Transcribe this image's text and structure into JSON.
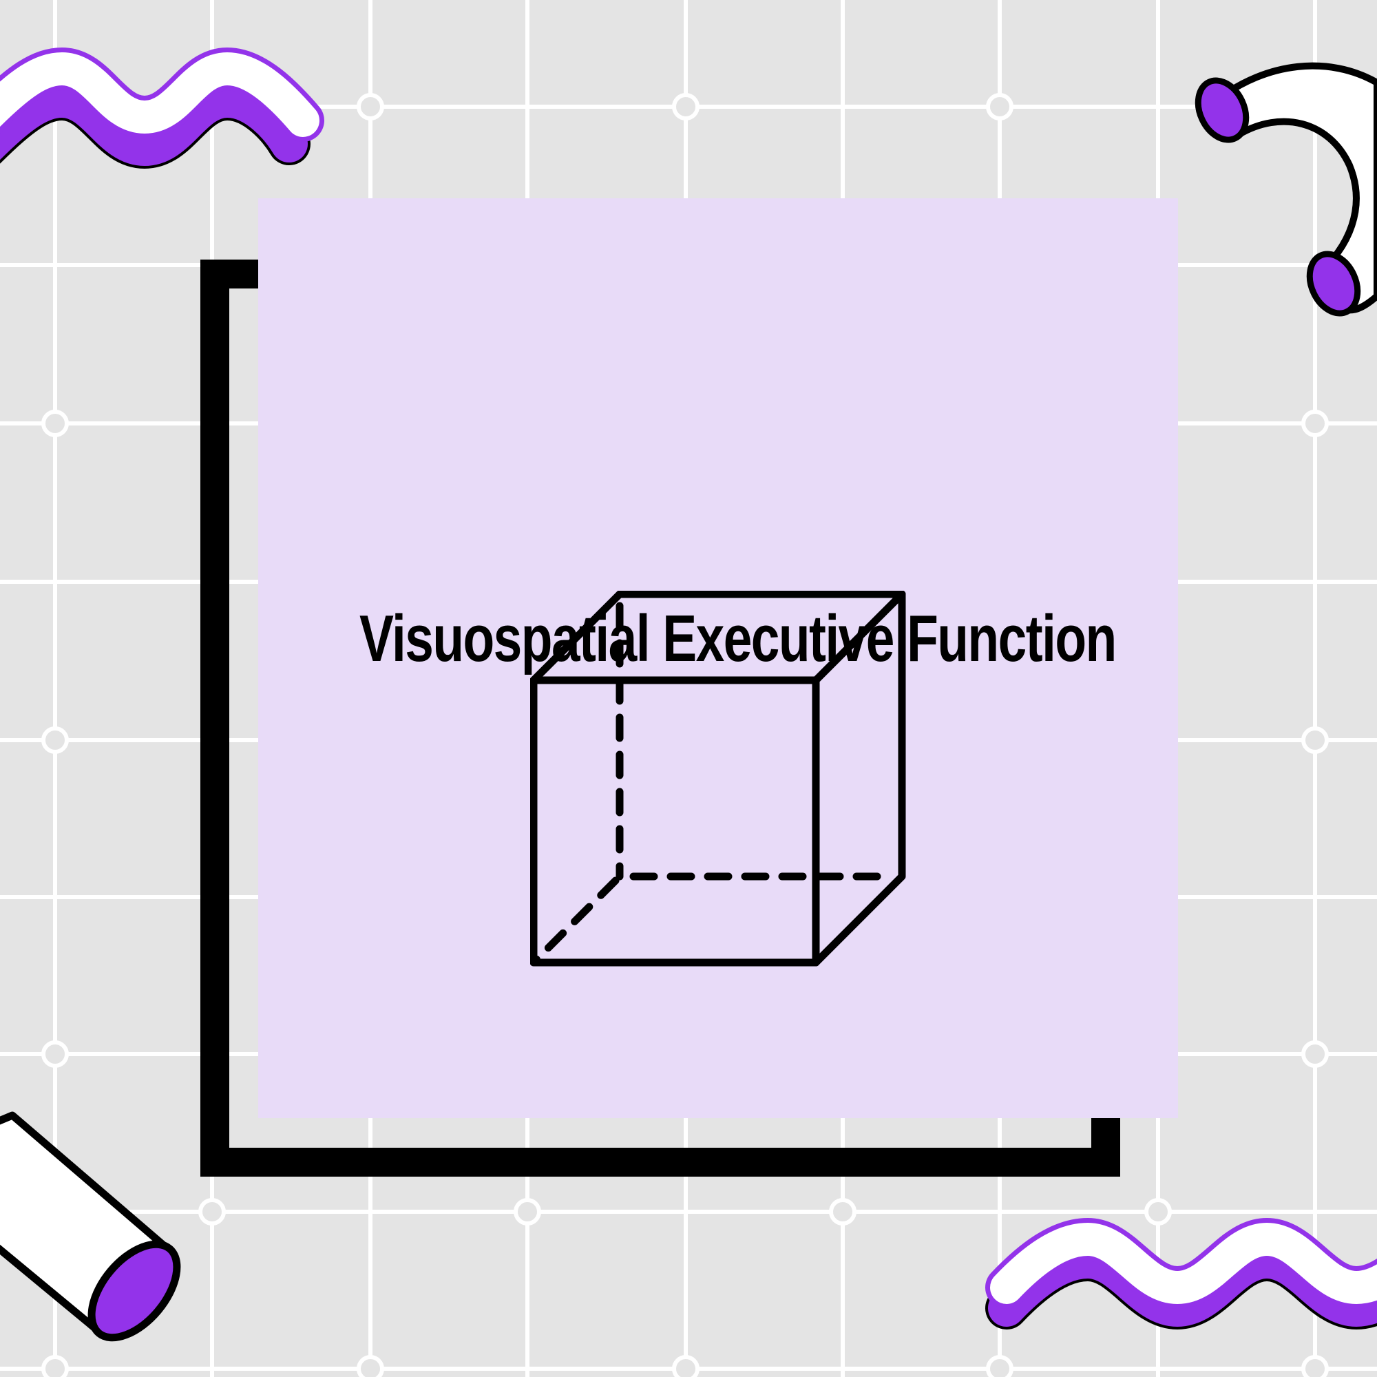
{
  "title": "Visuospatial Executive Function",
  "icons": {
    "main": "cube-wireframe-icon",
    "decor": [
      "wave-ribbon",
      "curved-tube",
      "cylinder-tube"
    ]
  },
  "colors": {
    "background": "#e4e4e4",
    "grid_lines": "#ffffff",
    "card": "#e8dbf8",
    "frame": "#000000",
    "accent": "#9333ea",
    "text": "#000000"
  }
}
